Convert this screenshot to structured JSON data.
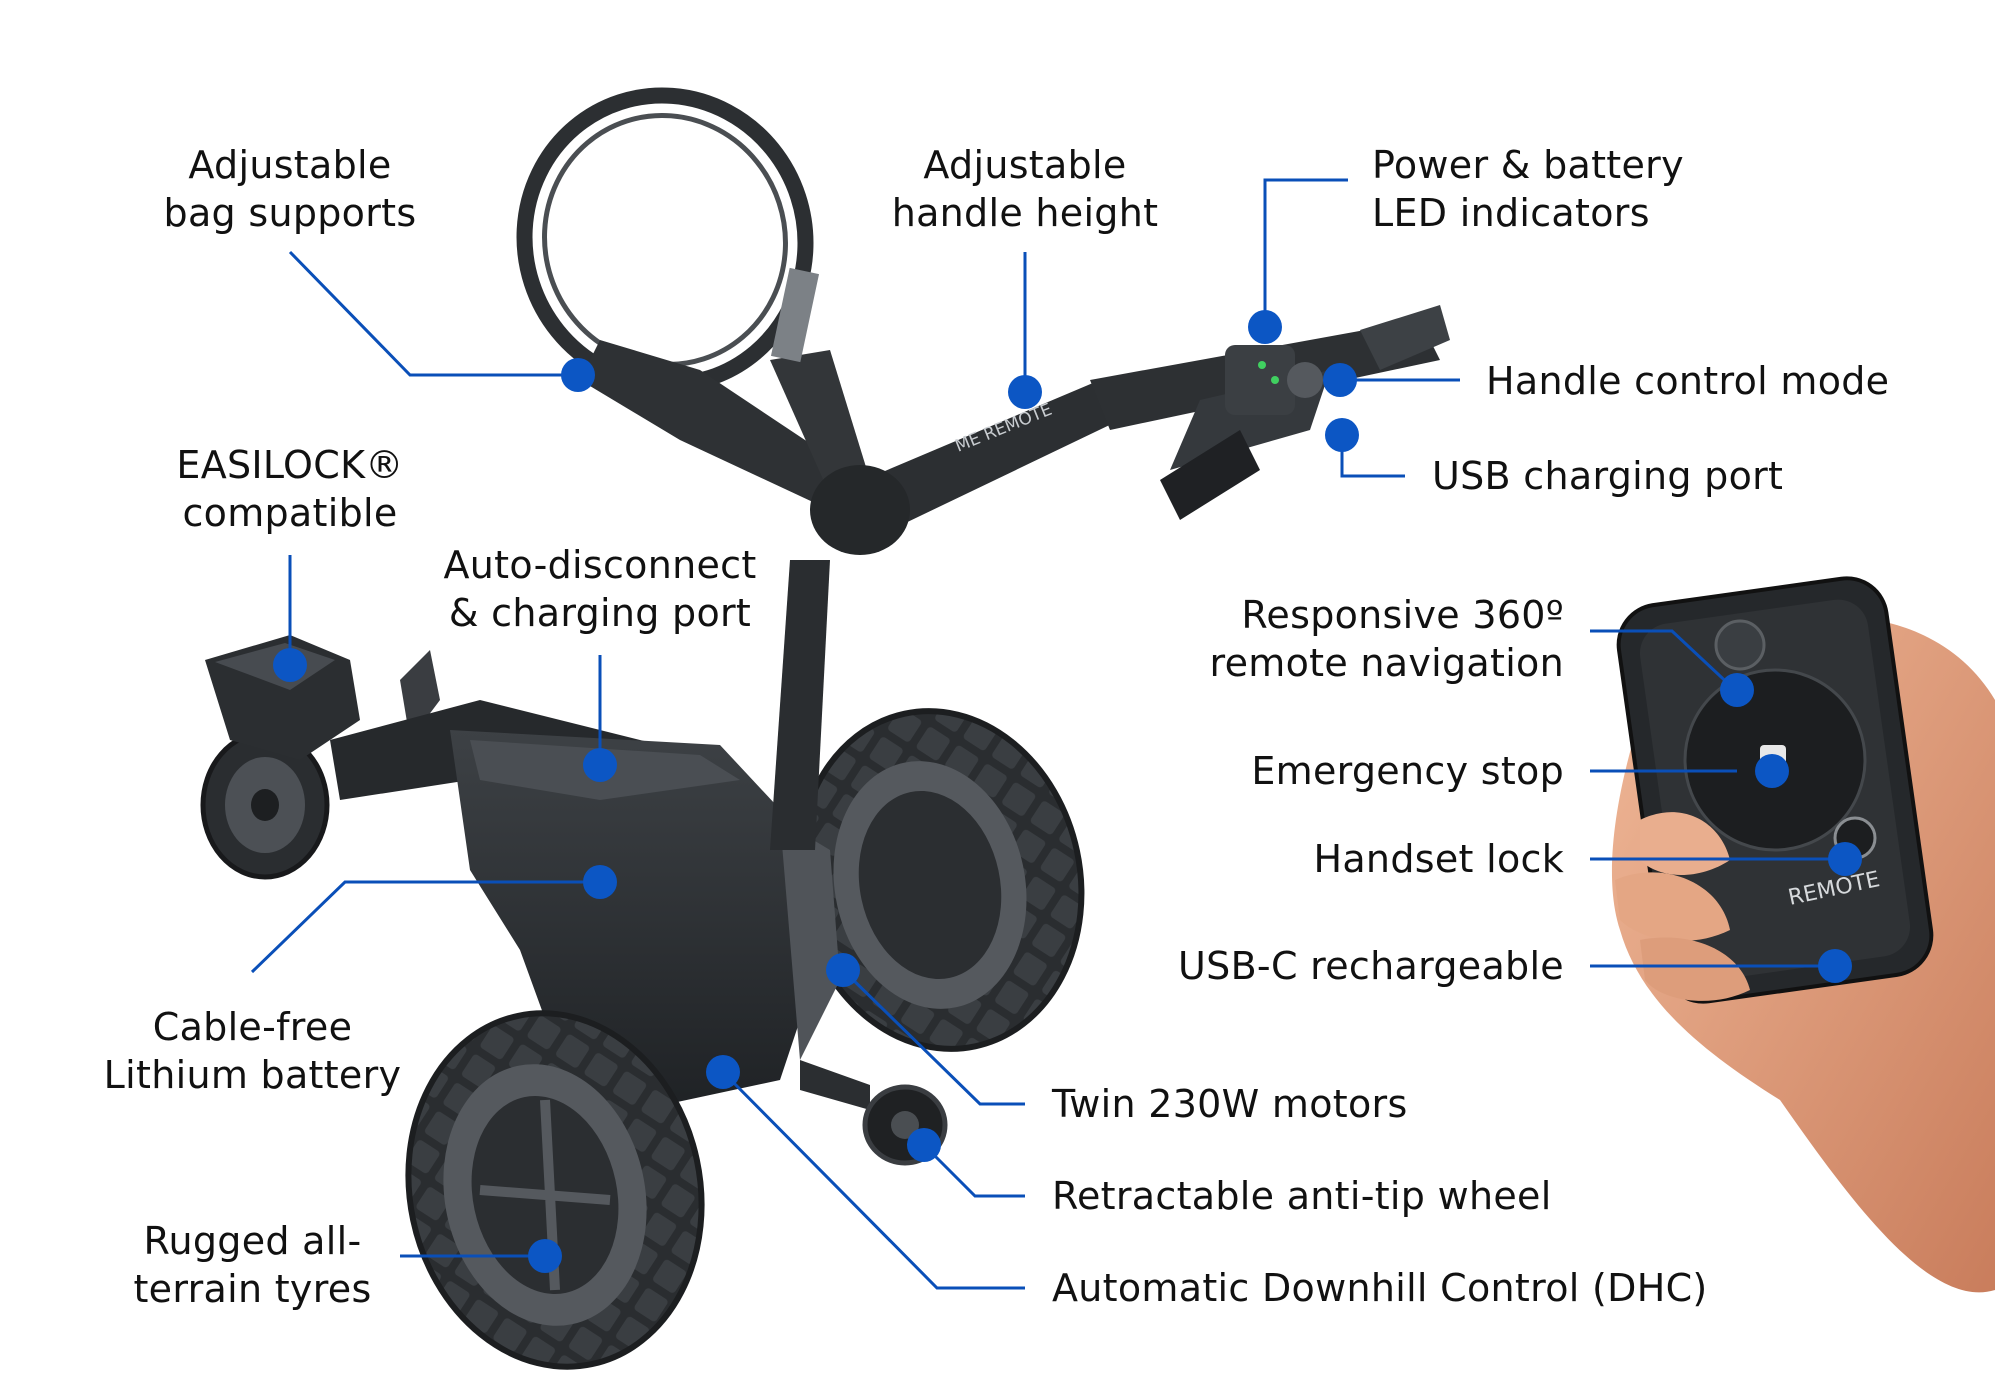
{
  "colors": {
    "accent": "#0a4fb8",
    "dot": "#0c56c4",
    "label_text": "#111111",
    "trolley_body": "#2e3134",
    "trolley_dark": "#1f2224",
    "skin": "#e6a585"
  },
  "trolley": {
    "handle_badge": "ME REMOTE",
    "remote_brand": "REMOTE"
  },
  "callouts": {
    "bag_supports": [
      "Adjustable",
      "bag supports"
    ],
    "handle_height": [
      "Adjustable",
      "handle height"
    ],
    "led_indicators": [
      "Power & battery",
      "LED indicators"
    ],
    "handle_control": [
      "Handle control mode"
    ],
    "usb_port": [
      "USB charging port"
    ],
    "easilock": [
      "EASILOCK®",
      "compatible"
    ],
    "auto_disconnect": [
      "Auto-disconnect",
      "& charging port"
    ],
    "remote_nav": [
      "Responsive 360º",
      "remote navigation"
    ],
    "emergency_stop": [
      "Emergency stop"
    ],
    "handset_lock": [
      "Handset lock"
    ],
    "usbc": [
      "USB-C rechargeable"
    ],
    "battery": [
      "Cable-free",
      "Lithium battery"
    ],
    "motors": [
      "Twin 230W motors"
    ],
    "anti_tip": [
      "Retractable anti-tip wheel"
    ],
    "dhc": [
      "Automatic Downhill Control (DHC)"
    ],
    "tyres": [
      "Rugged all-",
      "terrain tyres"
    ]
  }
}
